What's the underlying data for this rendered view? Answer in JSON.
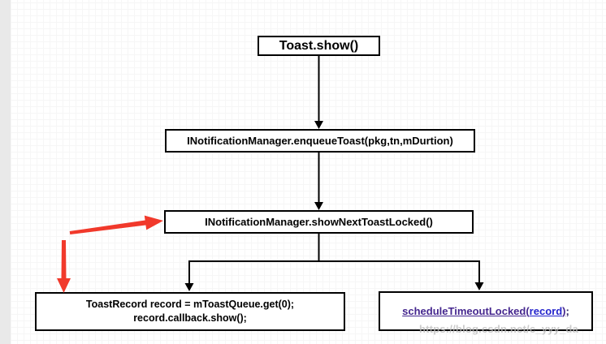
{
  "diagram": {
    "type": "flowchart",
    "nodes": {
      "toast_show": {
        "label": "Toast.show()"
      },
      "enqueue_toast": {
        "label": "INotificationManager.enqueueToast(pkg,tn,mDurtion)"
      },
      "show_next_toast_locked": {
        "label": "INotificationManager.showNextToastLocked()"
      },
      "toast_record": {
        "line1": "ToastRecord record = mToastQueue.get(0);",
        "line2": "record.callback.show();"
      },
      "schedule_timeout": {
        "fn": "scheduleTimeoutLocked(",
        "arg": "record",
        "close": ")",
        "semicolon": ";"
      }
    },
    "edges": [
      {
        "from": "toast_show",
        "to": "enqueue_toast"
      },
      {
        "from": "enqueue_toast",
        "to": "show_next_toast_locked"
      },
      {
        "from": "show_next_toast_locked",
        "to": "toast_record"
      },
      {
        "from": "show_next_toast_locked",
        "to": "schedule_timeout"
      }
    ],
    "annotations": [
      {
        "shape": "red-arrow",
        "direction": "right",
        "points_to": "show_next_toast_locked"
      },
      {
        "shape": "red-arrow",
        "direction": "down",
        "points_to": "toast_record"
      }
    ]
  },
  "watermark": {
    "text": "https://blog.csdn.net/c_yyy_da"
  },
  "colors": {
    "node_border": "#000000",
    "node_fill": "#ffffff",
    "link_purple": "#44268e",
    "link_blue": "#2424cc",
    "annotation_red": "#f1392b",
    "grid_major": "#e3e3e3",
    "grid_minor": "#f6f6f6",
    "watermark_gray": "#b9b9b9"
  }
}
